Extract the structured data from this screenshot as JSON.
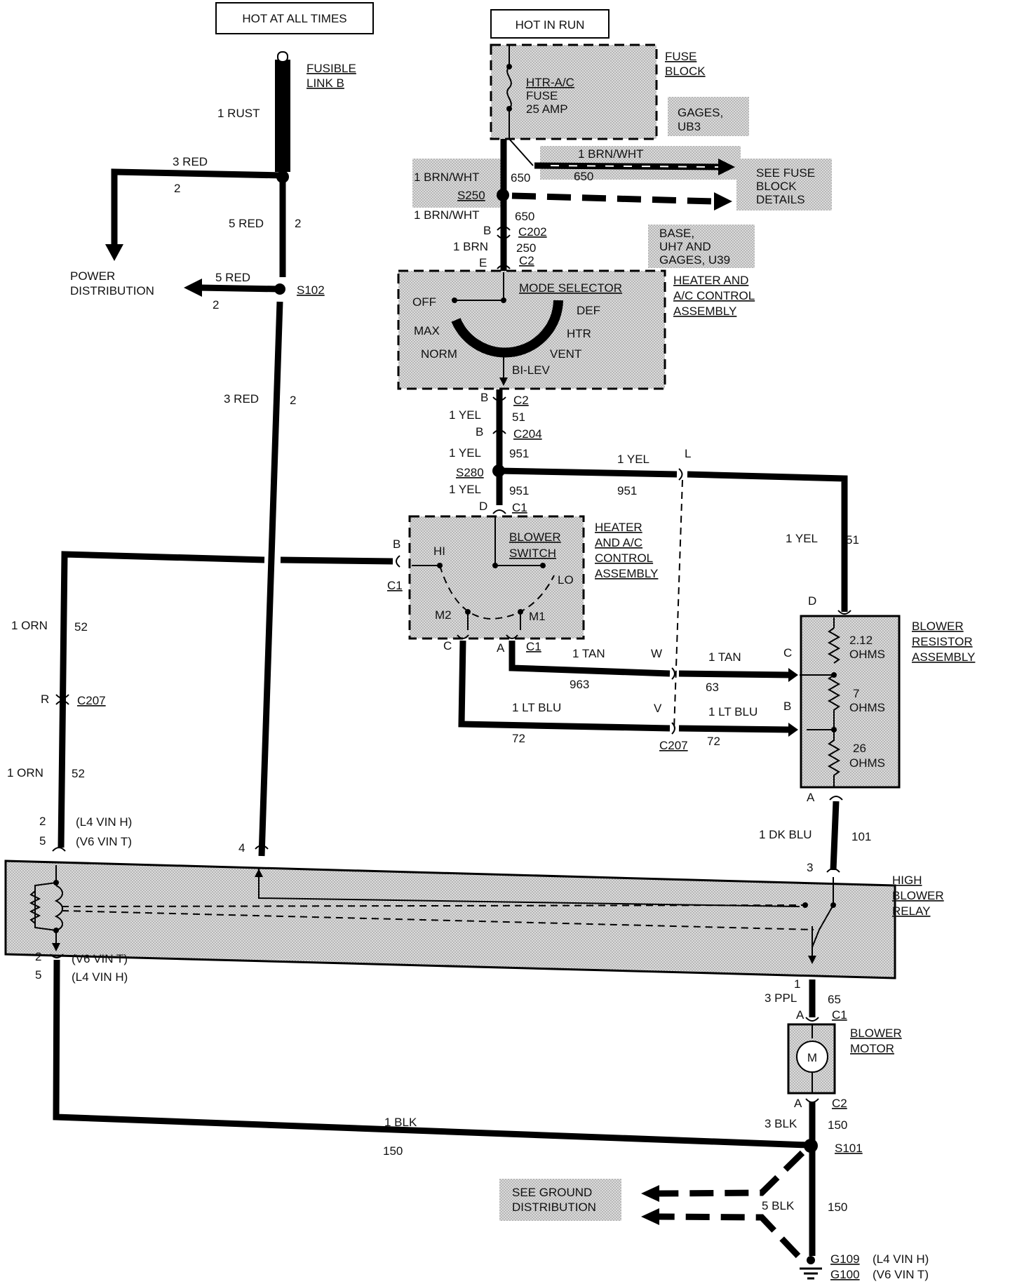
{
  "header": {
    "hot_at_all_times": "HOT AT ALL TIMES",
    "hot_in_run": "HOT IN RUN"
  },
  "fusible_link": {
    "label_line1": "FUSIBLE",
    "label_line2": "LINK B",
    "wire": "1 RUST"
  },
  "power_distribution": {
    "label_line1": "POWER",
    "label_line2": "DISTRIBUTION",
    "wire_top": "3 RED",
    "wire_top_circuit": "2",
    "wire_mid": "5 RED",
    "wire_mid_circuit": "2",
    "wire_left": "5 RED",
    "wire_left_circuit": "2",
    "splice": "S102",
    "wire_low": "3 RED",
    "wire_low_circuit": "2"
  },
  "fuse_block": {
    "label_line1": "FUSE",
    "label_line2": "BLOCK",
    "fuse_line1": "HTR-A/C",
    "fuse_line2": "FUSE",
    "fuse_line3": "25 AMP",
    "gages_line1": "GAGES,",
    "gages_line2": "UB3",
    "branch_wire": "1 BRN/WHT",
    "branch_circuit": "650",
    "see_line1": "SEE FUSE",
    "see_line2": "BLOCK",
    "see_line3": "DETAILS"
  },
  "s250": {
    "wire_top": "1 BRN/WHT",
    "circuit_top": "650",
    "splice": "S250",
    "wire_bottom": "1 BRN/WHT",
    "circuit_bottom": "650"
  },
  "c202": {
    "pin": "B",
    "conn": "C202",
    "wire": "1 BRN",
    "circuit": "250",
    "pin2": "E",
    "conn2": "C2"
  },
  "base_note": {
    "line1": "BASE,",
    "line2": "UH7 AND",
    "line3": "GAGES, U39"
  },
  "mode_selector": {
    "title": "MODE SELECTOR",
    "assembly_line1": "HEATER AND",
    "assembly_line2": "A/C CONTROL",
    "assembly_line3": "ASSEMBLY",
    "positions": [
      "OFF",
      "DEF",
      "MAX",
      "HTR",
      "NORM",
      "VENT",
      "BI-LEV"
    ]
  },
  "c204_stack": {
    "pin_b1": "B",
    "conn_c2": "C2",
    "wire1": "1 YEL",
    "circuit1": "51",
    "pin_b2": "B",
    "conn_c204": "C204",
    "wire2": "1 YEL",
    "circuit2": "951",
    "splice": "S280",
    "wire3": "1 YEL",
    "circuit3": "951",
    "pin_d": "D",
    "conn_c1": "C1",
    "right_wire": "1 YEL",
    "right_circuit": "951",
    "pin_l": "L"
  },
  "blower_switch": {
    "title_line1": "BLOWER",
    "title_line2": "SWITCH",
    "assembly_line1": "HEATER",
    "assembly_line2": "AND A/C",
    "assembly_line3": "CONTROL",
    "assembly_line4": "ASSEMBLY",
    "hi": "HI",
    "lo": "LO",
    "m1": "M1",
    "m2": "M2",
    "pin_b": "B",
    "conn_c1_left": "C1",
    "pin_c": "C",
    "pin_a": "A",
    "conn_c1_bottom": "C1"
  },
  "resistor_assembly": {
    "wire_top": "1 YEL",
    "circuit_top": "51",
    "pin_d": "D",
    "label_line1": "BLOWER",
    "label_line2": "RESISTOR",
    "label_line3": "ASSEMBLY",
    "r1": "2.12",
    "r1_unit": "OHMS",
    "r2": "7",
    "r2_unit": "OHMS",
    "r3": "26",
    "r3_unit": "OHMS",
    "pin_c": "C",
    "pin_b": "B",
    "pin_a": "A"
  },
  "tan_wire": {
    "left_wire": "1 TAN",
    "left_circuit": "963",
    "pin_w": "W",
    "right_wire": "1 TAN",
    "right_circuit": "63"
  },
  "ltblu_wire": {
    "left_wire": "1 LT BLU",
    "left_circuit": "72",
    "pin_v": "V",
    "right_wire": "1 LT BLU",
    "right_circuit": "72",
    "conn": "C207"
  },
  "orn_wire": {
    "wire1": "1 ORN",
    "circuit1": "52",
    "pin_r": "R",
    "conn": "C207",
    "wire2": "1 ORN",
    "circuit2": "52"
  },
  "relay": {
    "label_line1": "HIGH",
    "label_line2": "BLOWER",
    "label_line3": "RELAY",
    "pin_2_top": "2",
    "pin_2_top_note": "(L4 VIN H)",
    "pin_5_top": "5",
    "pin_5_top_note": "(V6 VIN T)",
    "pin_4": "4",
    "pin_3": "3",
    "pin_2_bottom": "2",
    "pin_2_bottom_note": "(V6 VIN T)",
    "pin_5_bottom": "5",
    "pin_5_bottom_note": "(L4 VIN H)",
    "pin_1": "1"
  },
  "dkblu_wire": {
    "wire": "1 DK BLU",
    "circuit": "101"
  },
  "motor": {
    "label_line1": "BLOWER",
    "label_line2": "MOTOR",
    "symbol": "M",
    "wire_in": "3 PPL",
    "circuit_in": "65",
    "pin_a_top": "A",
    "conn_c1": "C1",
    "pin_a_bottom": "A",
    "conn_c2": "C2",
    "wire_out": "3 BLK",
    "circuit_out": "150"
  },
  "ground": {
    "wire_blk": "1 BLK",
    "circuit_blk": "150",
    "splice": "S101",
    "see_line1": "SEE GROUND",
    "see_line2": "DISTRIBUTION",
    "wire_5blk": "5 BLK",
    "circuit_5blk": "150",
    "g109": "G109",
    "g109_note": "(L4 VIN H)",
    "g100": "G100",
    "g100_note": "(V6 VIN T)"
  }
}
